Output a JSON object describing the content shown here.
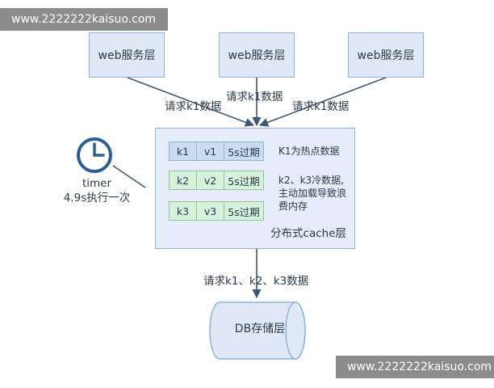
{
  "watermarks": {
    "top": "www.2222222kaisuo.com",
    "bottom": "www.2222222kaisuo.com"
  },
  "services": [
    {
      "label": "web服务层"
    },
    {
      "label": "web服务层"
    },
    {
      "label": "web服务层"
    }
  ],
  "requests": {
    "left": "请求k1数据",
    "middle": "请求k1数据",
    "right": "请求k1数据",
    "down": "请求k1、k2、k3数据"
  },
  "cache": {
    "label": "分布式cache层",
    "rows": [
      {
        "key": "k1",
        "value": "v1",
        "ttl": "5s过期",
        "state": "hot"
      },
      {
        "key": "k2",
        "value": "v2",
        "ttl": "5s过期",
        "state": "cold"
      },
      {
        "key": "k3",
        "value": "v3",
        "ttl": "5s过期",
        "state": "cold"
      }
    ],
    "notes": {
      "hot": "K1为热点数据",
      "cold_line1": "k2、k3冷数据,",
      "cold_line2": "主动加载导致浪",
      "cold_line3": "费内存"
    }
  },
  "timer": {
    "title": "timer",
    "desc": "4.9s执行一次"
  },
  "db": {
    "label": "DB存储层"
  },
  "colors": {
    "box_fill": "#dfe9f6",
    "box_border": "#8fb3d8",
    "hot_row": "#c9dcf2",
    "cold_row": "#d6f2dc",
    "arrow": "#3f5872",
    "clock": "#2f5f8f"
  }
}
